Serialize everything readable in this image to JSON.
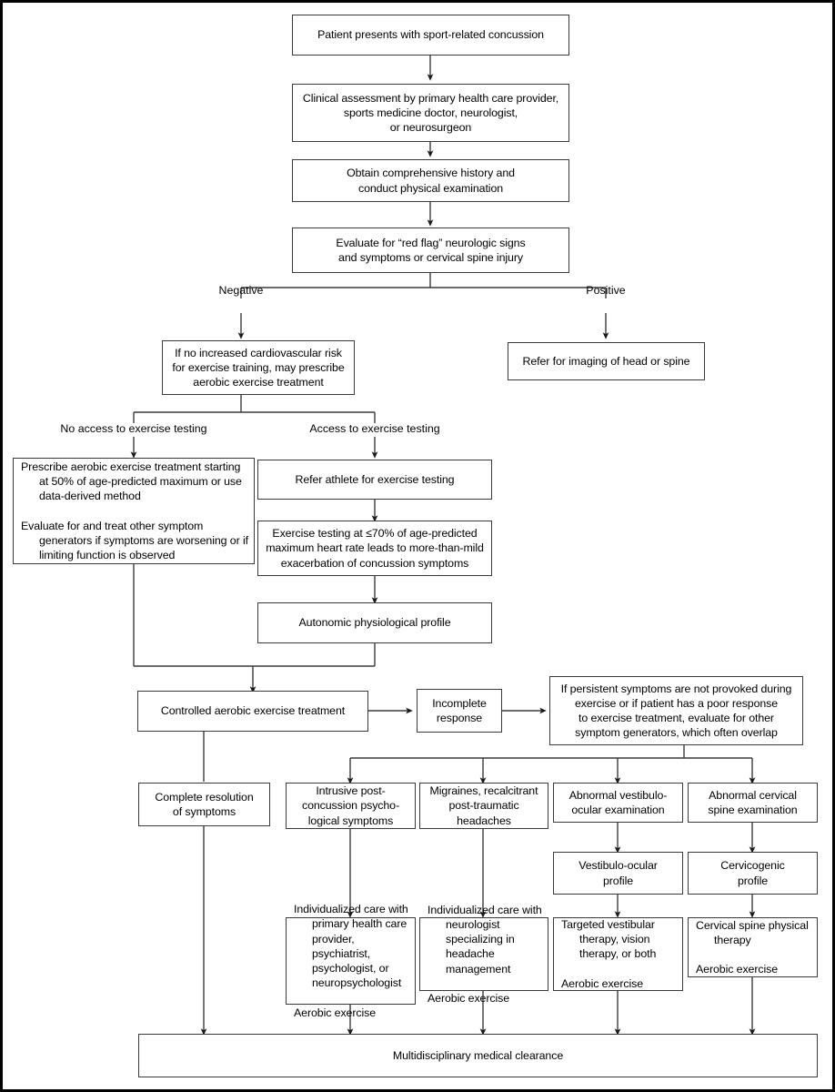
{
  "figure": {
    "title": "Management algorithm for sport-related concussion",
    "line_color": "#3a3a3a",
    "frame_color": "#000000",
    "background": "#ffffff"
  },
  "nodes": {
    "presents": "Patient presents with sport-related concussion",
    "clinical_assessment": "Clinical assessment by primary health care provider,\nsports medicine doctor, neurologist,\nor neurosurgeon",
    "history_exam": "Obtain comprehensive history and\nconduct physical examination",
    "red_flag": "Evaluate for “red flag” neurologic signs\nand symptoms or cervical spine injury",
    "imaging": "Refer for imaging of head or spine",
    "cv_risk": "If no increased cardiovascular risk\nfor exercise training, may prescribe\naerobic exercise treatment",
    "no_access_line1": "Prescribe aerobic exercise treatment starting at 50% of age-predicted maximum or use data-derived method",
    "no_access_line2": "Evaluate for and treat other symptom generators if symptoms are worsening or if limiting function is observed",
    "refer_testing": "Refer athlete for exercise testing",
    "exercise_testing": "Exercise testing at ≤70% of age-predicted\nmaximum heart rate leads to more-than-mild\nexacerbation of concussion symptoms",
    "autonomic_profile": "Autonomic physiological profile",
    "controlled_exercise": "Controlled aerobic exercise treatment",
    "incomplete_response": "Incomplete\nresponse",
    "persistent_symptoms": "If persistent symptoms are not provoked during\nexercise or if patient has a poor response\nto exercise treatment, evaluate for other\nsymptom generators, which often overlap",
    "complete_resolution": "Complete resolution\nof symptoms",
    "intrusive_psych": "Intrusive post-\nconcussion psycho-\nlogical symptoms",
    "migraines": "Migraines, recalcitrant\npost-traumatic\nheadaches",
    "abnormal_vestibulo": "Abnormal vestibulo-\nocular examination",
    "abnormal_cervical": "Abnormal cervical\nspine examination",
    "vestibulo_profile": "Vestibulo-ocular\nprofile",
    "cervicogenic_profile": "Cervicogenic\nprofile",
    "care_primary_line1": "Individualized care with primary health care provider, psychiatrist, psychologist, or neuropsychologist",
    "care_primary_line2": "Aerobic exercise",
    "care_neurologist_line1": "Individualized care with neurologist specializing in headache management",
    "care_neurologist_line2": "Aerobic exercise",
    "vestibular_therapy_line1": "Targeted vestibular therapy, vision therapy, or both",
    "vestibular_therapy_line2": "Aerobic exercise",
    "cervical_therapy_line1": "Cervical spine physical therapy",
    "cervical_therapy_line2": "Aerobic exercise",
    "clearance": "Multidisciplinary medical clearance"
  },
  "branch_labels": {
    "negative": "Negative",
    "positive": "Positive",
    "no_access": "No access to exercise testing",
    "access": "Access to exercise testing"
  }
}
